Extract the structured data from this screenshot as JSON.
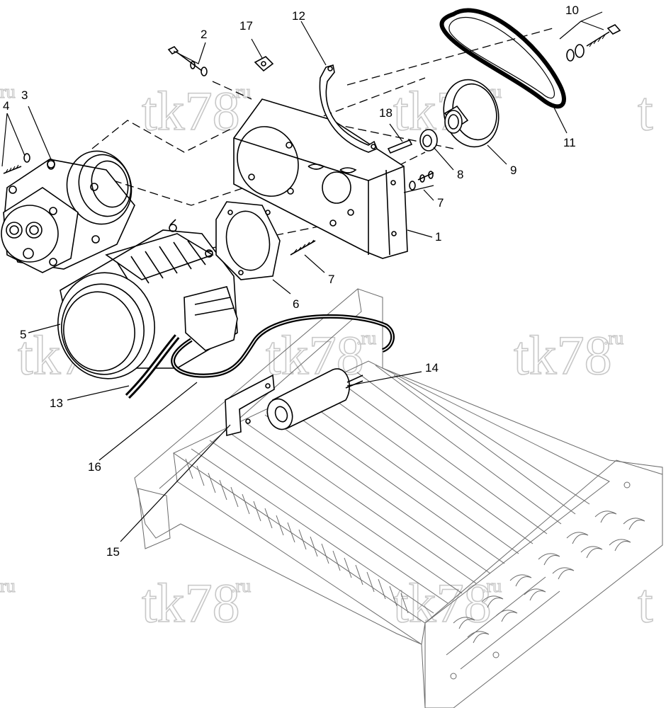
{
  "watermark": {
    "main": "tk78",
    "suffix": ".ru",
    "partial_left": "ru",
    "partial_right": "t"
  },
  "callouts": {
    "c1": "1",
    "c2": "2",
    "c3": "3",
    "c4": "4",
    "c5": "5",
    "c6": "6",
    "c7a": "7",
    "c7b": "7",
    "c8": "8",
    "c9": "9",
    "c10": "10",
    "c11": "11",
    "c12": "12",
    "c13": "13",
    "c14": "14",
    "c15": "15",
    "c16": "16",
    "c17": "17",
    "c18": "18"
  }
}
